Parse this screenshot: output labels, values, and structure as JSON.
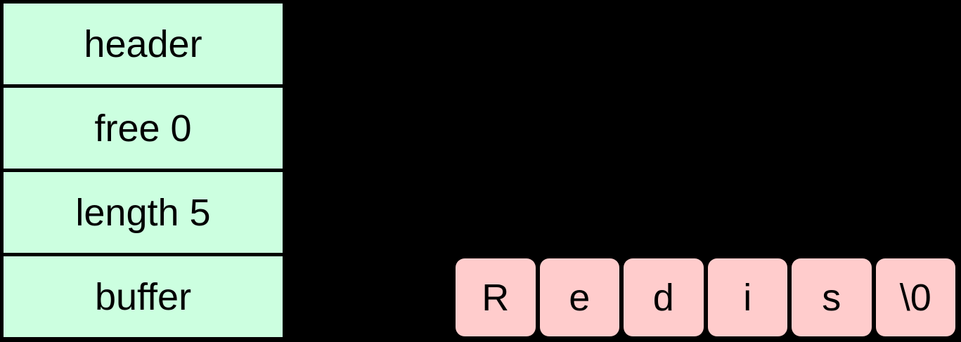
{
  "diagram": {
    "background_color": "#000000",
    "struct": {
      "name": "sds-struct",
      "fill_color": "#ccffe0",
      "border_color": "#000000",
      "fields": [
        {
          "label": "header"
        },
        {
          "label": "free 0"
        },
        {
          "label": "length 5"
        },
        {
          "label": "buffer"
        }
      ]
    },
    "buffer_cells": {
      "name": "buffer-characters",
      "fill_color": "#ffcccc",
      "text_color": "#000000",
      "cells": [
        {
          "char": "R"
        },
        {
          "char": "e"
        },
        {
          "char": "d"
        },
        {
          "char": "i"
        },
        {
          "char": "s"
        },
        {
          "char": "\\0"
        }
      ]
    }
  }
}
